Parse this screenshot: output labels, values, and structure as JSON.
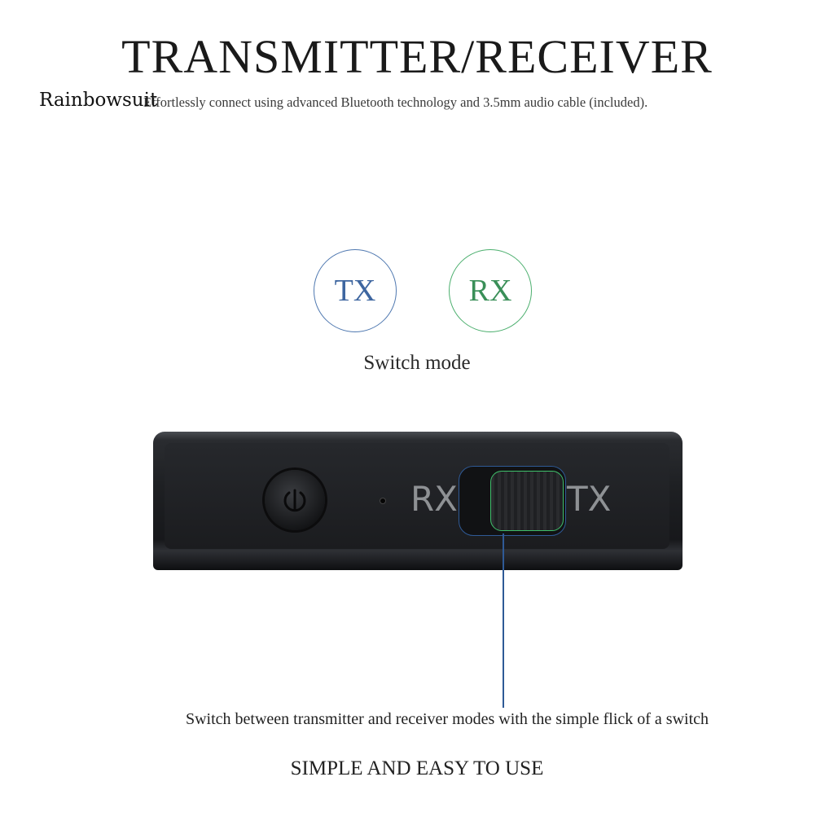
{
  "header": {
    "title": "TRANSMITTER/RECEIVER",
    "subtitle": "Effortlessly connect using advanced Bluetooth technology and 3.5mm audio cable (included).",
    "watermark": "Rainbowsuit"
  },
  "modes": {
    "tx": "TX",
    "rx": "RX",
    "label": "Switch mode",
    "tx_color": "#3e66a0",
    "rx_color": "#3a8f58"
  },
  "device": {
    "rx_label": "RX",
    "tx_label": "TX",
    "icons": [
      "power-icon",
      "led-indicator",
      "mode-switch"
    ],
    "highlight_colors": {
      "slot": "#2f5a96",
      "knob": "#3fbf6a"
    }
  },
  "caption": "Switch between transmitter and receiver modes with the simple flick of a switch",
  "footer": "SIMPLE AND EASY TO USE"
}
